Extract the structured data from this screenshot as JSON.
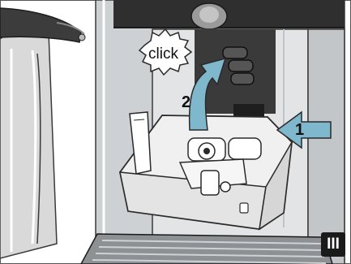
{
  "callout": {
    "text": "click"
  },
  "steps": {
    "first": "1",
    "second": "2"
  },
  "figure_badge": {
    "text": "III"
  },
  "colors": {
    "arrow_fill": "#7fb7cc",
    "arrow_stroke": "#2a2a2a",
    "badge_bg": "#1a1a1a",
    "machine_body": "#c9cdd0",
    "machine_dark": "#3a3a3a",
    "tray_fill": "#efefef"
  }
}
